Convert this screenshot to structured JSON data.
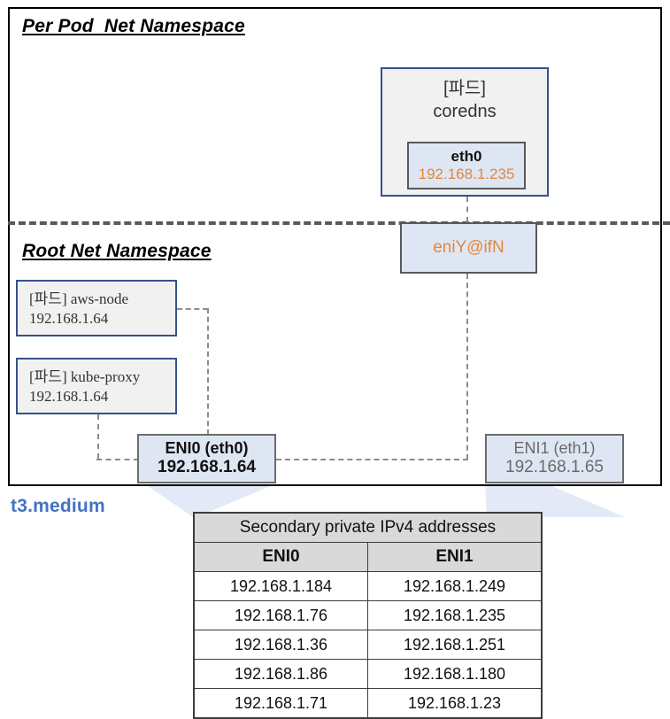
{
  "diagram": {
    "namespaces": {
      "pod_title": "Per Pod  Net Namespace",
      "root_title": "Root Net Namespace"
    },
    "pod": {
      "bracket_label": "[파드]",
      "name": "coredns",
      "interface": {
        "name": "eth0",
        "ip": "192.168.1.235"
      }
    },
    "veth": {
      "label": "eniY@ifN"
    },
    "host_pods": [
      {
        "bracket_label": "[파드] aws-node",
        "ip": "192.168.1.64"
      },
      {
        "bracket_label": "[파드] kube-proxy",
        "ip": "192.168.1.64"
      }
    ],
    "enis": [
      {
        "name": "ENI0 (eth0)",
        "ip": "192.168.1.64"
      },
      {
        "name": "ENI1 (eth1)",
        "ip": "192.168.1.65"
      }
    ],
    "instance_type": "t3.medium",
    "colors": {
      "accent_orange": "#e2873b",
      "accent_blue": "#4472c4",
      "pod_border": "#36518a",
      "eni_fill": "#dfe6f3"
    }
  },
  "table": {
    "title": "Secondary private IPv4 addresses",
    "columns": [
      "ENI0",
      "ENI1"
    ],
    "rows": [
      {
        "eni0": "192.168.1.184",
        "eni1": "192.168.1.249",
        "eni1_highlight": false
      },
      {
        "eni0": "192.168.1.76",
        "eni1": "192.168.1.235",
        "eni1_highlight": true
      },
      {
        "eni0": "192.168.1.36",
        "eni1": "192.168.1.251",
        "eni1_highlight": false
      },
      {
        "eni0": "192.168.1.86",
        "eni1": "192.168.1.180",
        "eni1_highlight": false
      },
      {
        "eni0": "192.168.1.71",
        "eni1": "192.168.1.23",
        "eni1_highlight": false
      }
    ]
  }
}
